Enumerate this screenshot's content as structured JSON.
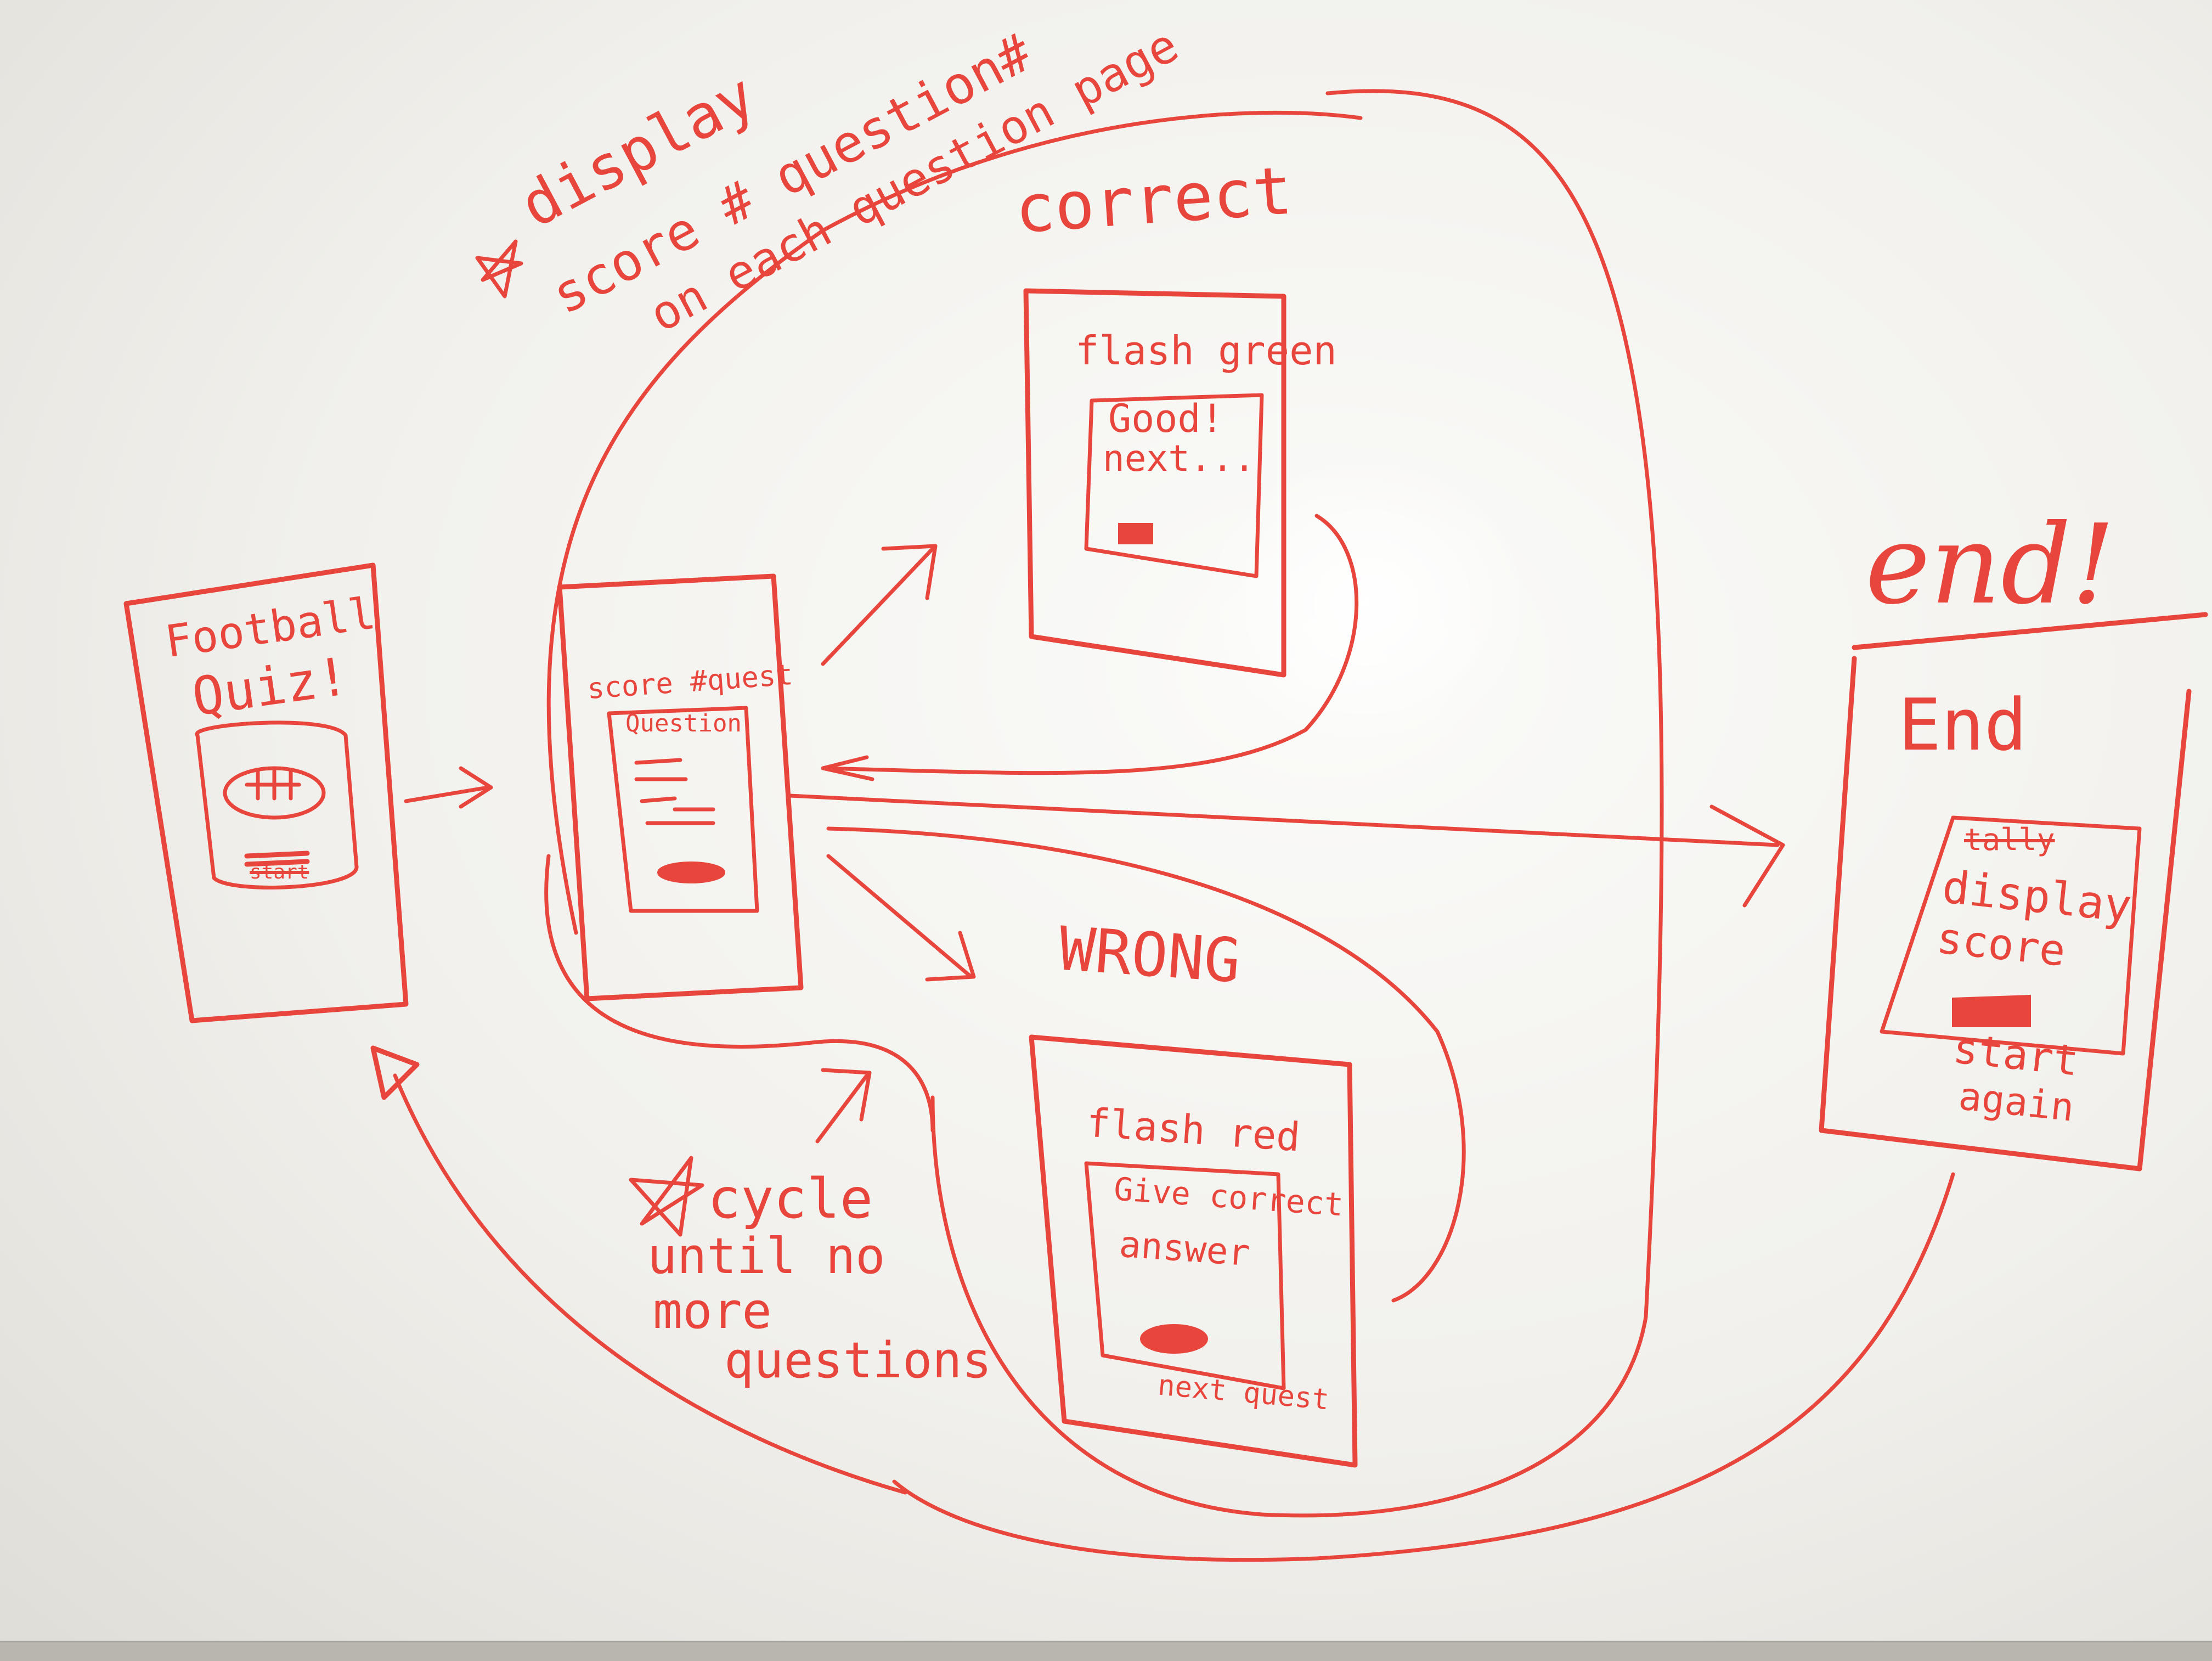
{
  "colors": {
    "board": "#f1f0ec",
    "ink": "#e8453c",
    "tray": "#b9b6b0"
  },
  "notes": {
    "top_line1": "display",
    "top_line2": "score # question#",
    "top_line3": "on each question page",
    "cycle_line1": "cycle",
    "cycle_line2": "until no",
    "cycle_line3": "more",
    "cycle_line4": "questions"
  },
  "start_screen": {
    "title_line1": "Football",
    "title_line2": "Quiz!",
    "button_label": "start"
  },
  "question_screen": {
    "header": "score #quest",
    "question_label": "Question"
  },
  "correct": {
    "heading": "correct",
    "flash": "flash green",
    "message_line1": "Good!",
    "message_line2": "next..."
  },
  "wrong": {
    "heading": "WRONG",
    "flash": "flash red",
    "message_line1": "Give correct",
    "message_line2": "answer",
    "button_label": "next quest"
  },
  "end": {
    "heading": "end!",
    "title": "End",
    "struck": "tally",
    "line1": "display",
    "line2": "score",
    "button_line1": "start",
    "button_line2": "again"
  }
}
